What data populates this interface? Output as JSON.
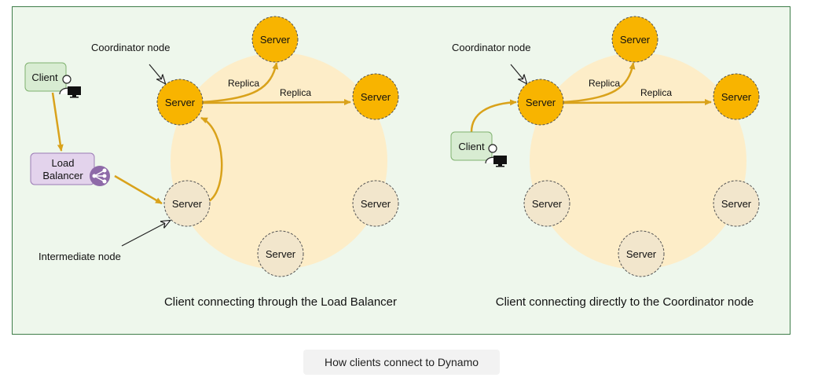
{
  "caption": "How clients connect to Dynamo",
  "colors": {
    "panel_background": "#eef7ec",
    "panel_border": "#3f7d4a",
    "ring_fill": "#fdedc8",
    "active_server": "#f8b400",
    "idle_server": "#f2e6cc",
    "arrow": "#d9a21b",
    "client_fill": "#d8ecd2",
    "load_balancer_fill": "#e3d3ec",
    "load_balancer_icon": "#8e6aa8"
  },
  "left_panel": {
    "caption": "Client connecting through the Load Balancer",
    "client_label": "Client",
    "load_balancer_label_line1": "Load",
    "load_balancer_label_line2": "Balancer",
    "coordinator_note": "Coordinator node",
    "intermediate_note": "Intermediate node",
    "replica_label_1": "Replica",
    "replica_label_2": "Replica",
    "servers": {
      "top": "Server",
      "coordinator": "Server",
      "right": "Server",
      "intermediate": "Server",
      "lower_right": "Server",
      "bottom": "Server"
    }
  },
  "right_panel": {
    "caption": "Client connecting directly to the Coordinator node",
    "client_label": "Client",
    "coordinator_note": "Coordinator node",
    "replica_label_1": "Replica",
    "replica_label_2": "Replica",
    "servers": {
      "top": "Server",
      "coordinator": "Server",
      "right": "Server",
      "left": "Server",
      "lower_right": "Server",
      "bottom": "Server"
    }
  }
}
